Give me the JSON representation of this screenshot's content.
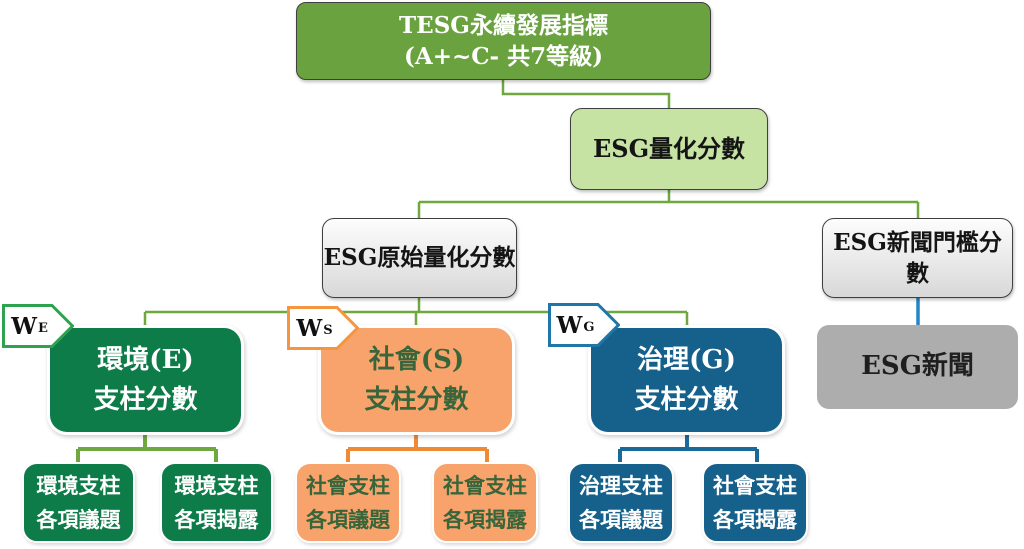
{
  "nodes": {
    "root": {
      "line1": "TESG永續發展指標",
      "line2": "(A+~C- 共7等級)"
    },
    "quant_score": {
      "label": "ESG量化分數"
    },
    "raw_quant_score": {
      "label": "ESG原始量化分數"
    },
    "news_threshold_score": {
      "label": "ESG新聞門檻分數"
    },
    "news": {
      "label": "ESG新聞"
    },
    "pillar_e": {
      "line1": "環境(E)",
      "line2": "支柱分數"
    },
    "pillar_s": {
      "line1": "社會(S)",
      "line2": "支柱分數"
    },
    "pillar_g": {
      "line1": "治理(G)",
      "line2": "支柱分數"
    },
    "e_topics": {
      "line1": "環境支柱",
      "line2": "各項議題"
    },
    "e_disclosures": {
      "line1": "環境支柱",
      "line2": "各項揭露"
    },
    "s_topics": {
      "line1": "社會支柱",
      "line2": "各項議題"
    },
    "s_disclosures": {
      "line1": "社會支柱",
      "line2": "各項揭露"
    },
    "g_topics": {
      "line1": "治理支柱",
      "line2": "各項議題"
    },
    "g_disclosures": {
      "line1": "社會支柱",
      "line2": "各項揭露"
    }
  },
  "weights": {
    "e": {
      "symbol": "W",
      "subscript": "E"
    },
    "s": {
      "symbol": "W",
      "subscript": "S"
    },
    "g": {
      "symbol": "W",
      "subscript": "G"
    }
  },
  "colors": {
    "root_green": "#69A23E",
    "quant_light_green": "#C6E3A4",
    "pillar_e_green": "#0E7C49",
    "pillar_s_orange": "#F9A36C",
    "pillar_g_blue": "#16618B",
    "news_gray": "#ADADAD",
    "connector_green": "#6EA83F",
    "connector_orange": "#EE8A33",
    "connector_news_blue": "#2585C7",
    "connector_g_blue": "#1A6A99",
    "flag_e_border": "#2FA24F",
    "flag_s_border": "#F5953F",
    "flag_g_border": "#2076A8"
  }
}
